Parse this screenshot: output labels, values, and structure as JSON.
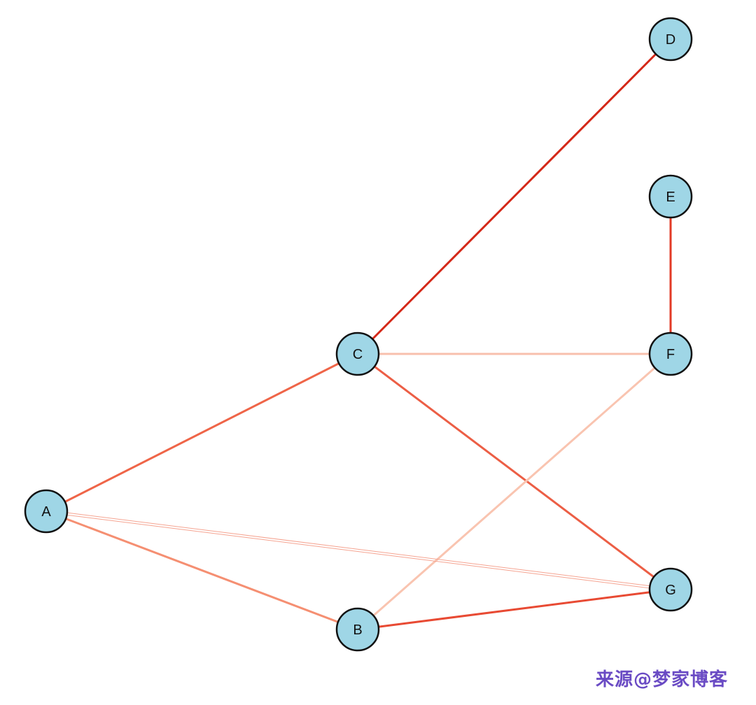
{
  "graph": {
    "nodes": [
      {
        "id": "D",
        "label": "D"
      },
      {
        "id": "E",
        "label": "E"
      },
      {
        "id": "C",
        "label": "C"
      },
      {
        "id": "F",
        "label": "F"
      },
      {
        "id": "A",
        "label": "A"
      },
      {
        "id": "G",
        "label": "G"
      },
      {
        "id": "B",
        "label": "B"
      }
    ],
    "edges": [
      {
        "source": "C",
        "target": "D",
        "color": "#d42818",
        "style": "solid"
      },
      {
        "source": "E",
        "target": "F",
        "color": "#e23a26",
        "style": "solid"
      },
      {
        "source": "C",
        "target": "F",
        "color": "#f8c0ad",
        "style": "solid"
      },
      {
        "source": "A",
        "target": "C",
        "color": "#ef6548",
        "style": "solid"
      },
      {
        "source": "C",
        "target": "G",
        "color": "#ec5e45",
        "style": "solid"
      },
      {
        "source": "F",
        "target": "B",
        "color": "#f9c4b0",
        "style": "solid"
      },
      {
        "source": "A",
        "target": "B",
        "color": "#f58f72",
        "style": "solid"
      },
      {
        "source": "B",
        "target": "G",
        "color": "#e84a33",
        "style": "solid"
      },
      {
        "source": "A",
        "target": "G",
        "color": "#f5a390",
        "style": "double"
      }
    ]
  },
  "watermark": "来源@梦家博客"
}
